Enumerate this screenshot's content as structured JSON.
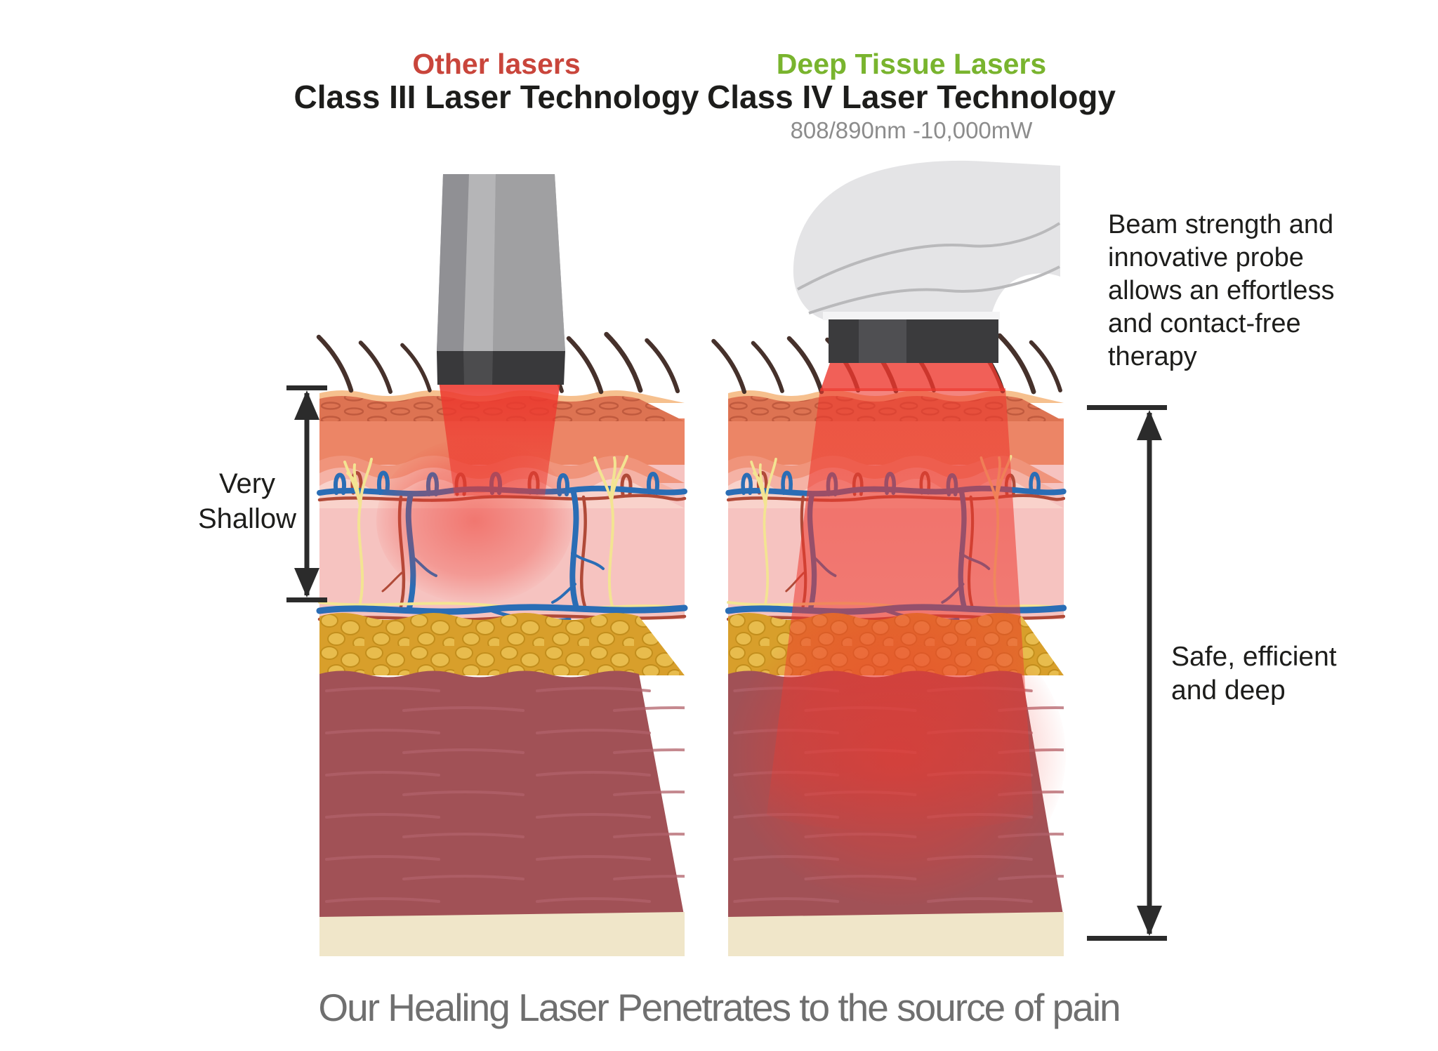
{
  "left_panel": {
    "subtitle": "Other lasers",
    "title": "Class III Laser Technology",
    "depth_label": "Very\nShallow"
  },
  "right_panel": {
    "subtitle": "Deep Tissue Lasers",
    "title": "Class IV Laser Technology",
    "spec": "808/890nm -10,000mW",
    "probe_note": "Beam strength and\ninnovative probe\nallows an effortless\nand contact-free\ntherapy",
    "depth_label": "Safe, efficient\nand deep"
  },
  "caption": "Our Healing Laser Penetrates to the source of pain",
  "colors": {
    "other_lasers_red": "#c9453b",
    "deep_tissue_green": "#79b42e",
    "title_black": "#1d1d1b",
    "spec_gray": "#8c8c8c",
    "caption_gray": "#6f6f6f",
    "beam_red": "#ed382e",
    "epidermis_orange": "#dd7352",
    "dermis_pink": "#f6c3c0",
    "fat_yellow": "#d89f2b",
    "muscle_maroon": "#a15156",
    "bone_beige": "#f0e6c9",
    "vessel_blue": "#2a6db5",
    "vessel_red": "#b04a38",
    "nerve_yellow": "#f3e492"
  }
}
